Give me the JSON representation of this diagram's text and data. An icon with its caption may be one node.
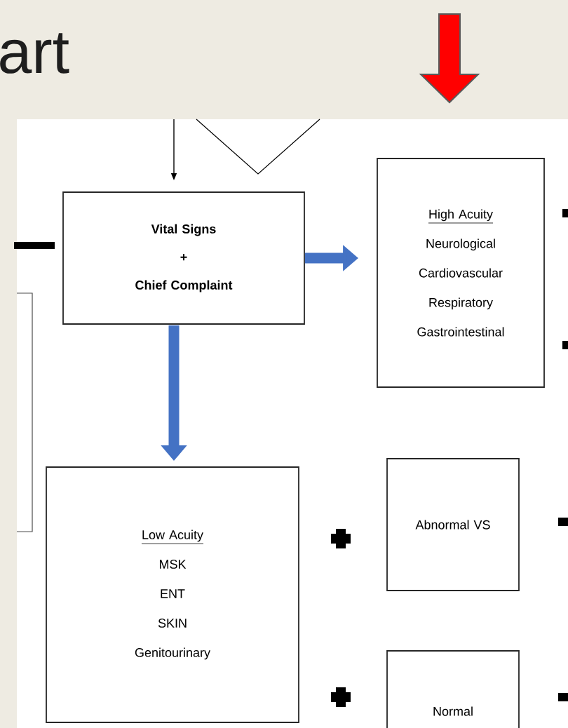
{
  "diagram": {
    "title": "art",
    "nodes": [
      {
        "text": [
          "Vital Signs",
          "+",
          "Chief Complaint"
        ]
      },
      {
        "text": [
          "High Acuity",
          "Neurological",
          "Cardiovascular",
          "Respiratory",
          "Gastrointestinal"
        ]
      },
      {
        "text": [
          "Low Acuity",
          "MSK",
          "ENT",
          "SKIN",
          "Genitourinary"
        ]
      },
      {
        "text": [
          "Abnormal VS"
        ]
      },
      {
        "text": [
          "Normal"
        ]
      }
    ],
    "edges": [
      {
        "from": 0,
        "to": 1,
        "arrow": "to"
      },
      {
        "from": 0,
        "to": 2,
        "arrow": "to"
      },
      {
        "from": null,
        "to": 0,
        "arrow": "to",
        "color": "#000000"
      }
    ]
  }
}
